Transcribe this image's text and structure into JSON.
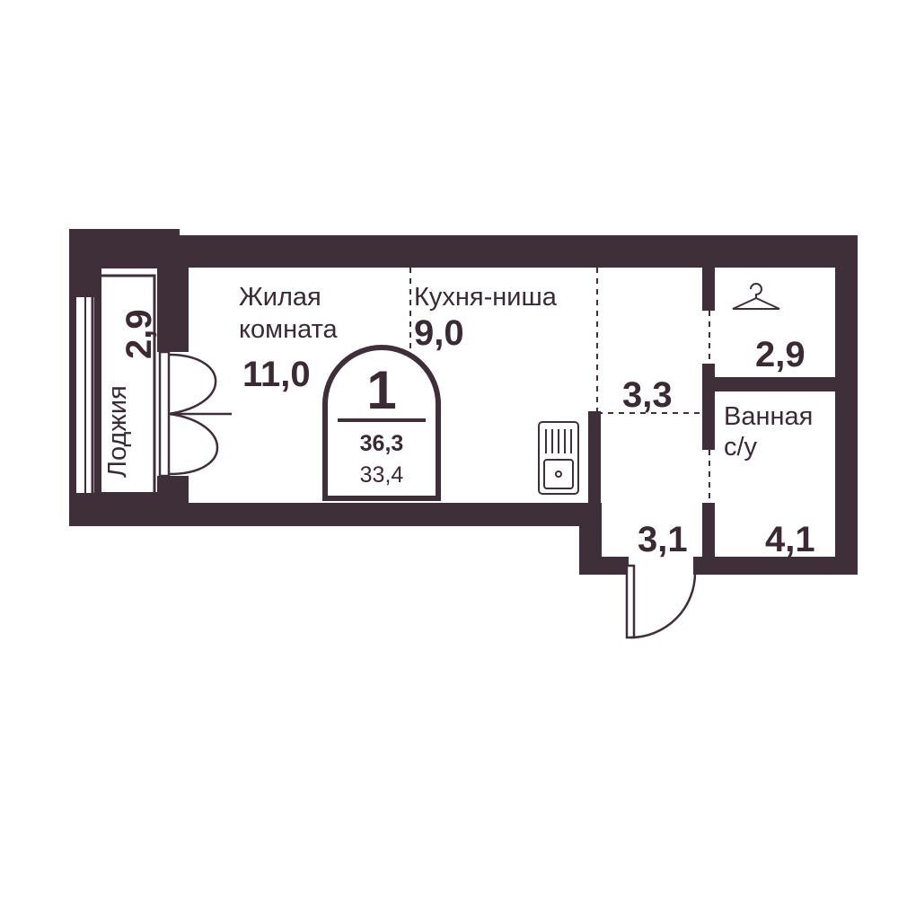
{
  "colors": {
    "wall": "#3f2f38",
    "text": "#3a2a34",
    "background": "#ffffff"
  },
  "rooms": {
    "living": {
      "name_line1": "Жилая",
      "name_line2": "комната",
      "area": "11,0"
    },
    "kitchen": {
      "name": "Кухня-ниша",
      "area": "9,0"
    },
    "corridor": {
      "area": "3,3"
    },
    "hall": {
      "area": "3,1"
    },
    "wardrobe": {
      "icon": "hanger-icon",
      "area": "2,9"
    },
    "bathroom": {
      "name_line1": "Ванная",
      "name_line2": "с/у",
      "area": "4,1"
    },
    "loggia": {
      "name": "Лоджия",
      "area": "2,9"
    }
  },
  "badge": {
    "rooms_count": "1",
    "total_area": "36,3",
    "living_area": "33,4"
  }
}
